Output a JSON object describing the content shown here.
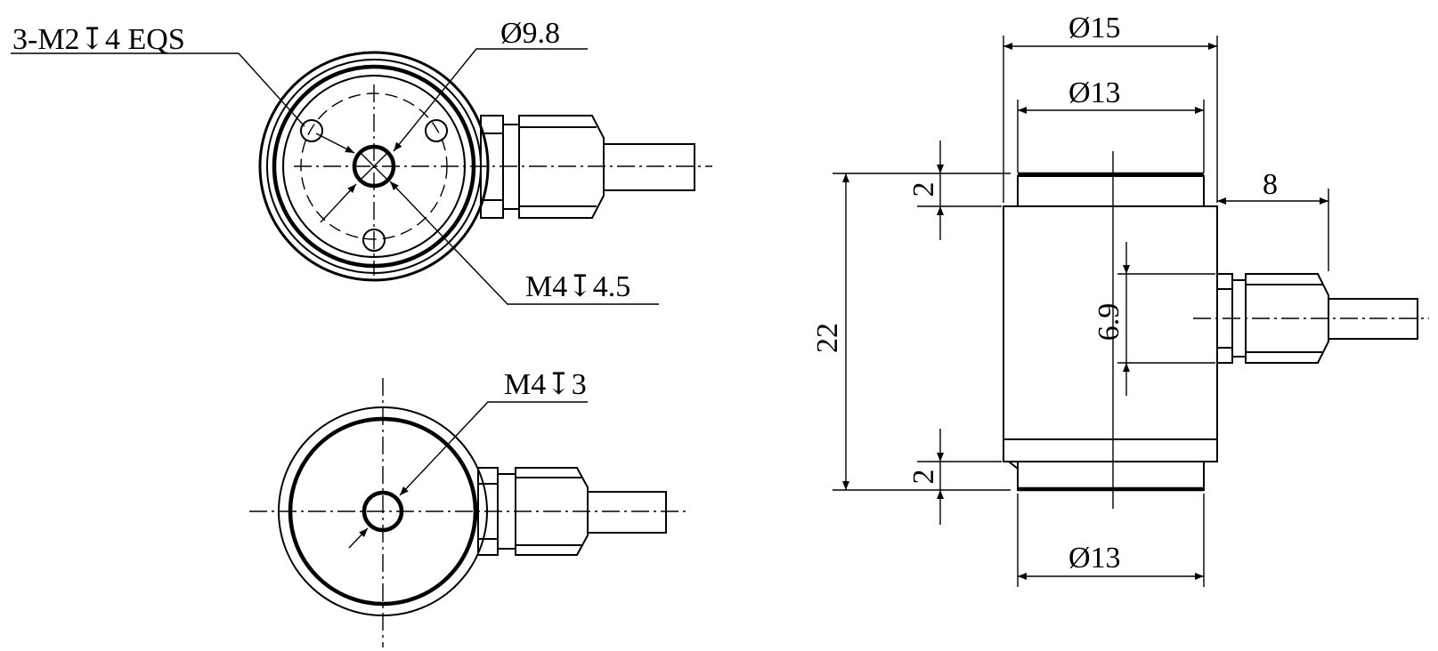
{
  "top_view": {
    "thread_holes_label": "3-M2↧4 EQS",
    "pitch_diameter_label": "Ø9.8",
    "center_thread_label": "M4↧4.5"
  },
  "bottom_view": {
    "center_thread_label": "M4↧3"
  },
  "side_view": {
    "outer_diameter_label": "Ø15",
    "top_boss_diameter_label": "Ø13",
    "bottom_boss_diameter_label": "Ø13",
    "total_height_label": "22",
    "top_step_label": "2",
    "bottom_step_label": "2",
    "connector_offset_label": "8",
    "connector_height_label": "6.9"
  }
}
